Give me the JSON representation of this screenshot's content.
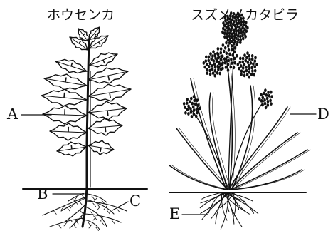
{
  "titles": {
    "left_plant": "ホウセンカ",
    "right_plant": "スズメノカタビラ"
  },
  "labels": {
    "a": "A",
    "b": "B",
    "c": "C",
    "d": "D",
    "e": "E"
  },
  "colors": {
    "ink": "#111111",
    "background": "#ffffff"
  }
}
